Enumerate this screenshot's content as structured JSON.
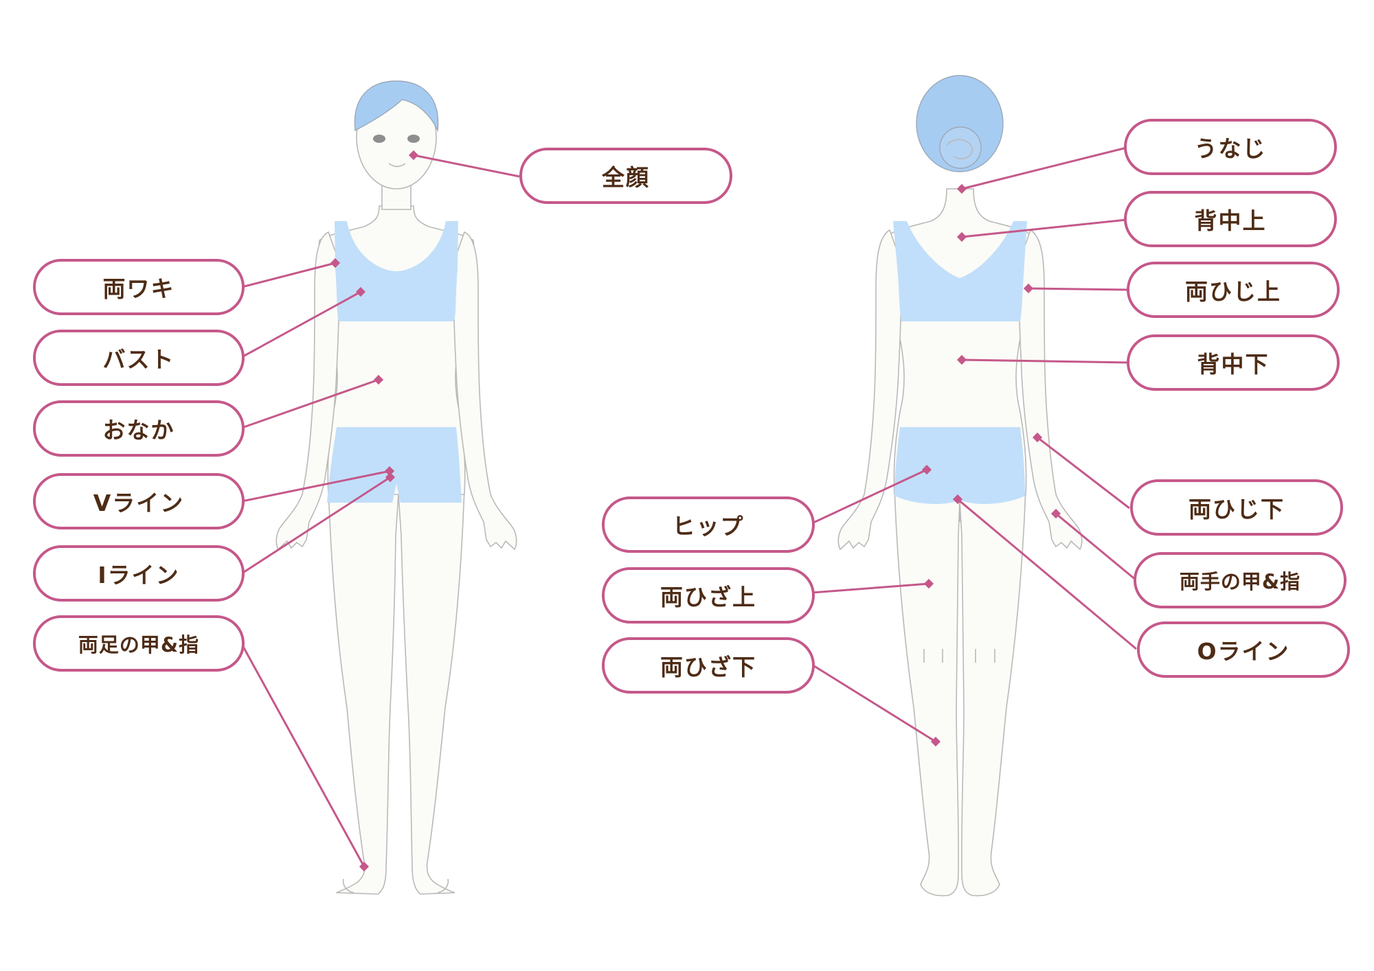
{
  "colors": {
    "skin": "#fbfbf7",
    "outline": "#b9b9b9",
    "garment": "#c1dffa",
    "hair": "#a7ccf2",
    "accent": "#c5588a",
    "label_text": "#4e2c16"
  },
  "front_labels": [
    {
      "id": "face",
      "text": "全顔"
    },
    {
      "id": "underarm",
      "text": "両ワキ"
    },
    {
      "id": "bust",
      "text": "バスト"
    },
    {
      "id": "belly",
      "text": "おなか"
    },
    {
      "id": "vline",
      "text": "Vライン"
    },
    {
      "id": "iline",
      "text": "Iライン"
    },
    {
      "id": "feet",
      "text": "両足の甲&指"
    }
  ],
  "back_labels": [
    {
      "id": "nape",
      "text": "うなじ"
    },
    {
      "id": "upper-back",
      "text": "背中上"
    },
    {
      "id": "upper-elbow",
      "text": "両ひじ上"
    },
    {
      "id": "lower-back",
      "text": "背中下"
    },
    {
      "id": "hip",
      "text": "ヒップ"
    },
    {
      "id": "lower-elbow",
      "text": "両ひじ下"
    },
    {
      "id": "hands",
      "text": "両手の甲&指"
    },
    {
      "id": "upper-knee",
      "text": "両ひざ上"
    },
    {
      "id": "oline",
      "text": "Oライン"
    },
    {
      "id": "lower-knee",
      "text": "両ひざ下"
    }
  ]
}
